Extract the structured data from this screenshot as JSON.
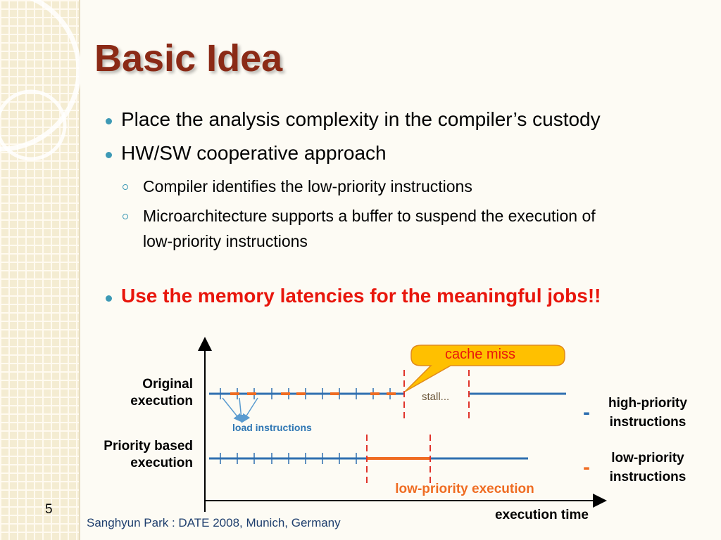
{
  "slide": {
    "title": "Basic Idea",
    "bullets": [
      {
        "text": "Place the analysis complexity in the compiler’s custody"
      },
      {
        "text": "HW/SW cooperative approach",
        "subbullets": [
          {
            "text": "Compiler identifies the low-priority instructions"
          },
          {
            "line1": "Microarchitecture supports a buffer to suspend the execution of",
            "line2": "low-priority instructions"
          }
        ]
      },
      {
        "text": "Use the memory latencies for the meaningful jobs!!"
      }
    ],
    "slide_number": "5",
    "footer": "Sanghyun Park : DATE 2008, Munich, Germany"
  },
  "diagram": {
    "row_labels": {
      "original_line1": "Original",
      "original_line2": "execution",
      "priority_line1": "Priority based",
      "priority_line2": "execution"
    },
    "callout": "cache miss",
    "stall_label": "stall...",
    "load_label": "load instructions",
    "low_priority_execution_label": "low-priority execution",
    "x_axis_label": "execution time",
    "legend": [
      {
        "marker": "-",
        "line1": "high-priority",
        "line2": "instructions",
        "color": "#2f6fb0"
      },
      {
        "marker": "-",
        "line1": "low-priority",
        "line2": "instructions",
        "color": "#ef6c22"
      }
    ],
    "colors": {
      "high_priority": "#2f6fb0",
      "low_priority": "#ef6c22",
      "stall_marker": "#e0342a",
      "callout_fill": "#ffc000",
      "load_label": "#2e76b3",
      "stall_text": "#6b5638"
    }
  }
}
